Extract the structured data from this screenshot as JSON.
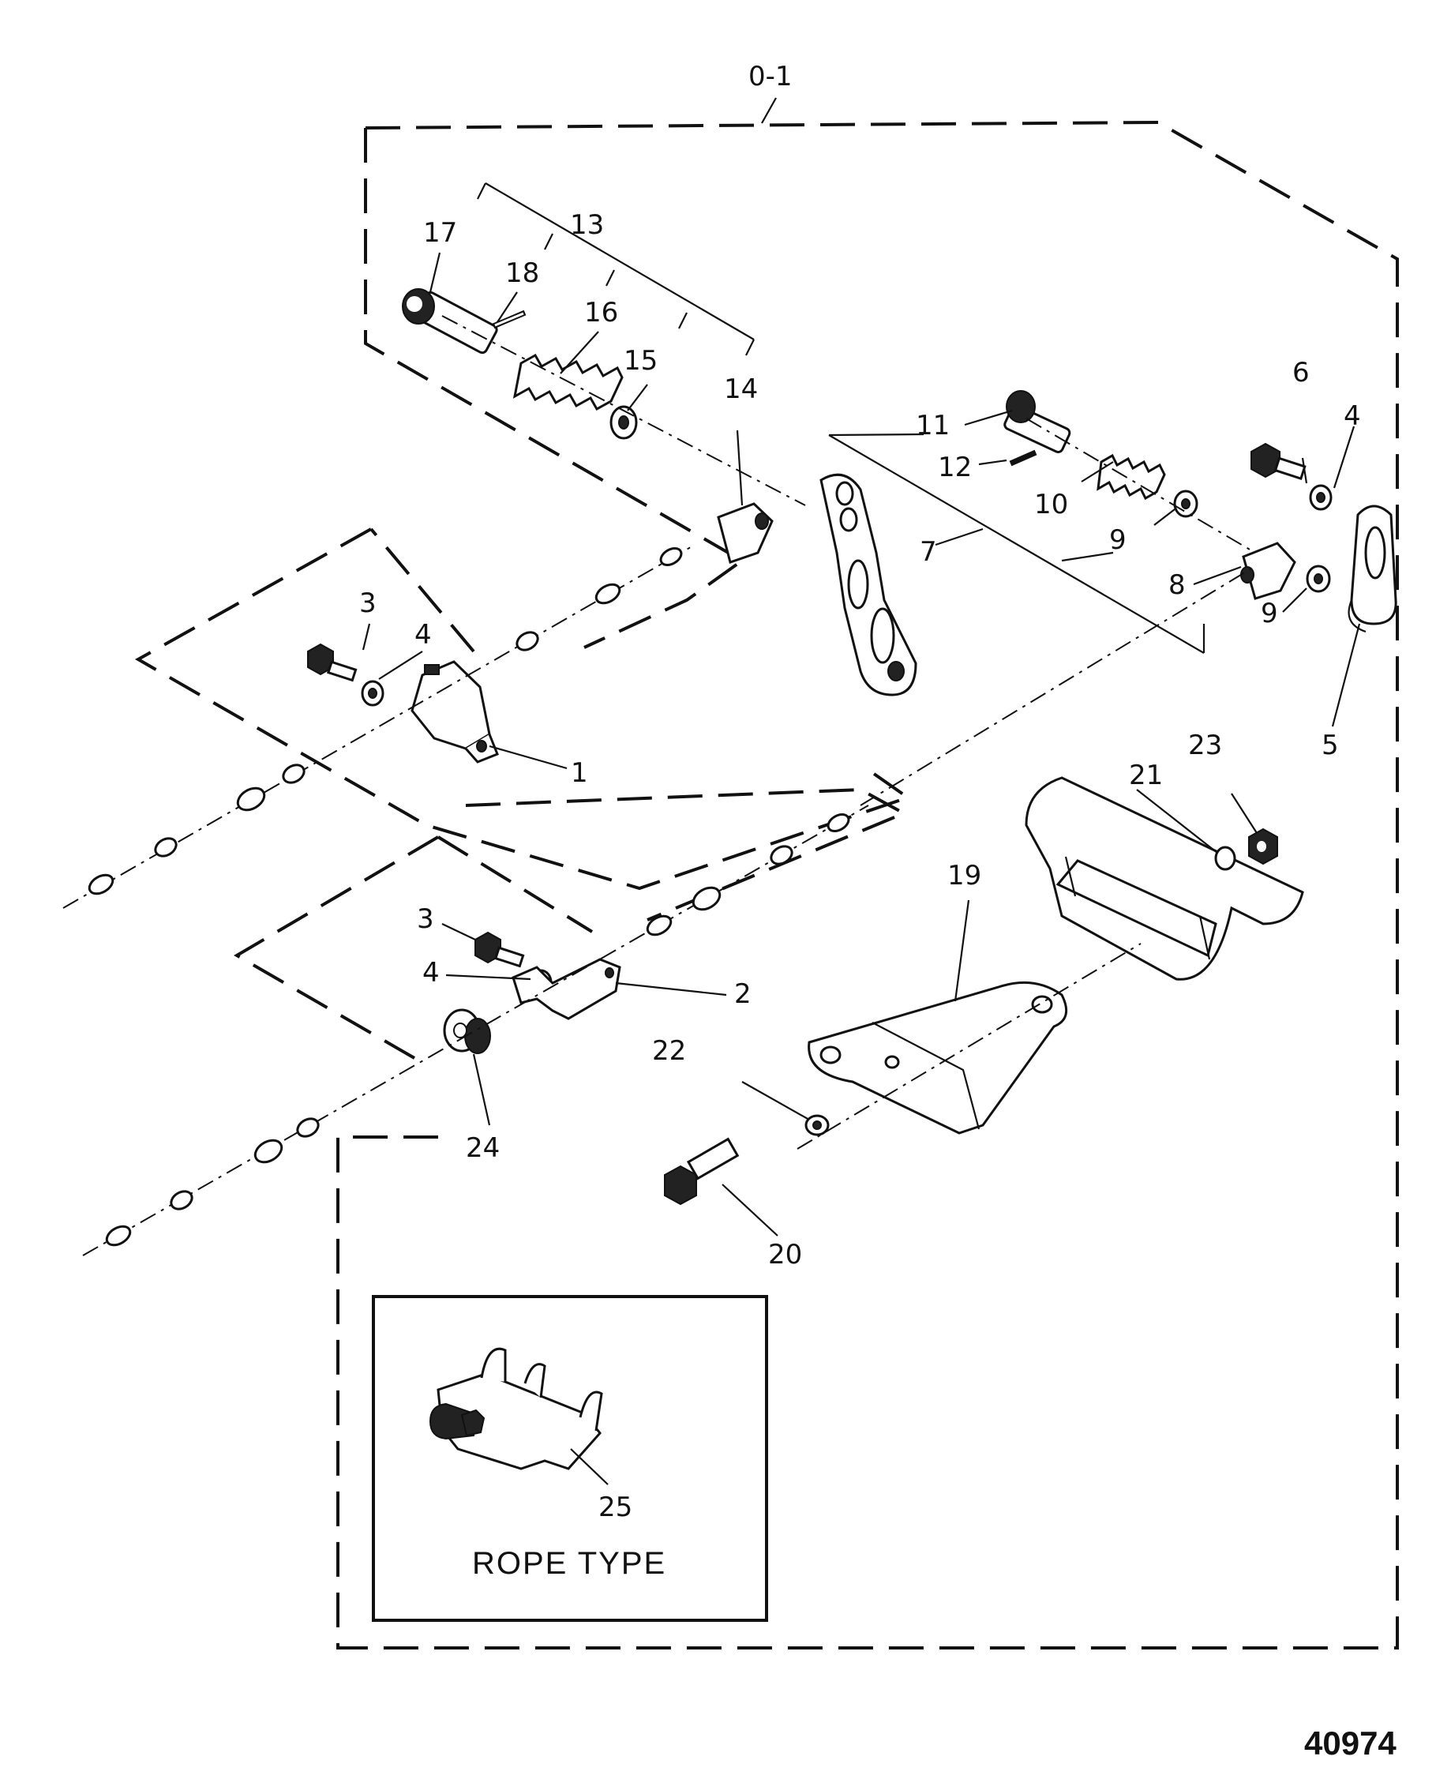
{
  "assembly_label": "0-1",
  "inset_caption": "ROPE TYPE",
  "figure_number": "40974",
  "callouts": {
    "c1": "1",
    "c2": "2",
    "c3a": "3",
    "c3b": "3",
    "c4a": "4",
    "c4b": "4",
    "c4c": "4",
    "c5": "5",
    "c6": "6",
    "c7": "7",
    "c8": "8",
    "c9a": "9",
    "c9b": "9",
    "c10": "10",
    "c11": "11",
    "c12": "12",
    "c13": "13",
    "c14": "14",
    "c15": "15",
    "c16": "16",
    "c17": "17",
    "c18": "18",
    "c19": "19",
    "c20": "20",
    "c21": "21",
    "c22": "22",
    "c23": "23",
    "c24": "24",
    "c25": "25"
  }
}
